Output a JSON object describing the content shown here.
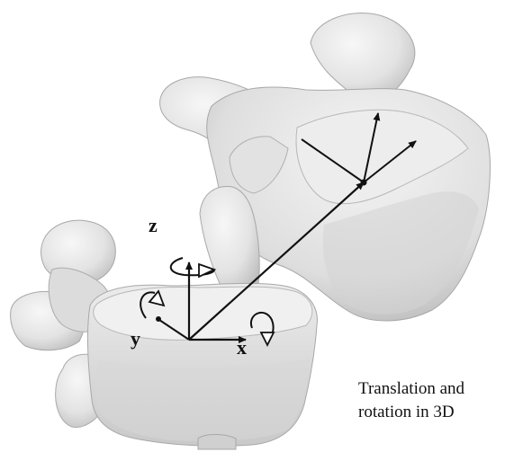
{
  "figure": {
    "axis_labels": {
      "z": "z",
      "y": "y",
      "x": "x"
    },
    "caption_lines": [
      "Translation and",
      "rotation in 3D"
    ],
    "colors": {
      "bone_fill": "#e6e6e6",
      "bone_shadow": "#bdbdbd",
      "bone_highlight": "#f7f7f7",
      "bone_outline": "#a8a8a8",
      "arrow": "#111111",
      "background": "#ffffff"
    }
  }
}
